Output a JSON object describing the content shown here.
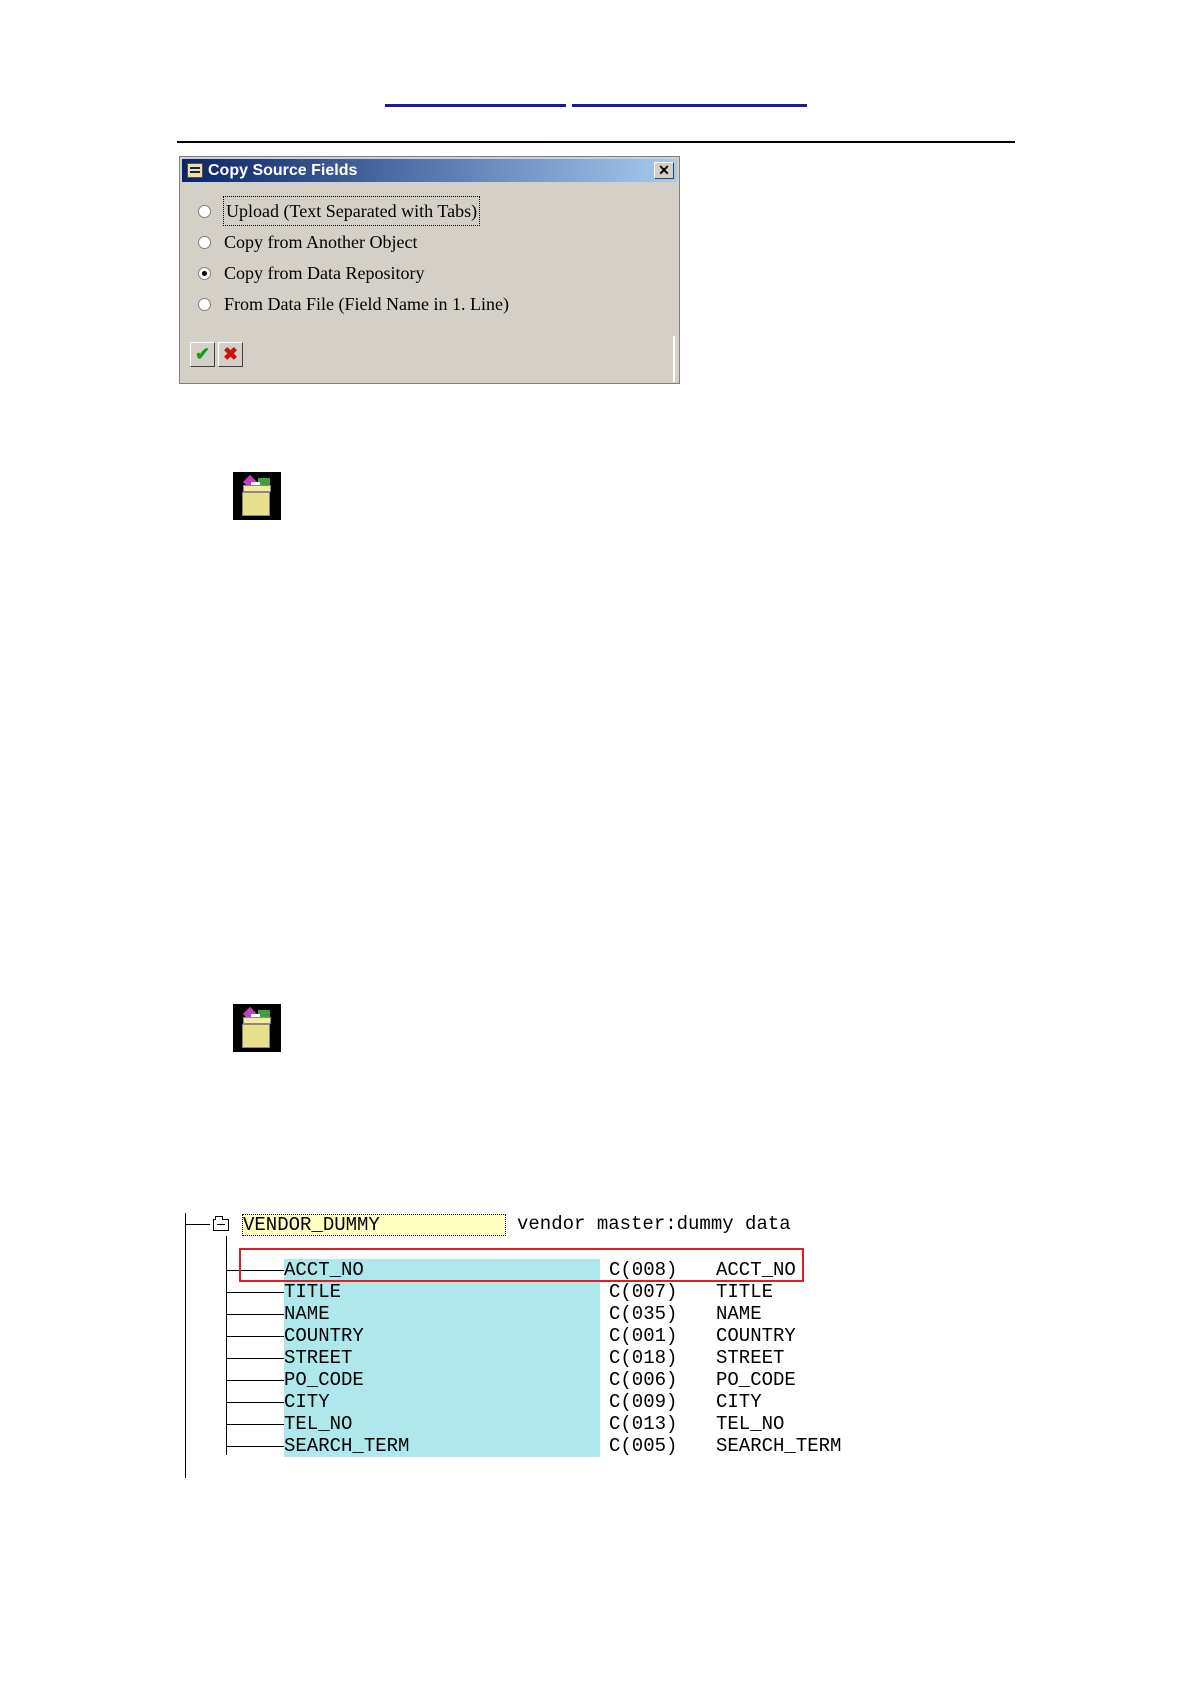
{
  "dialog": {
    "title": "Copy Source Fields",
    "close_glyph": "✕",
    "options": [
      {
        "label": "Upload (Text Separated with Tabs)",
        "checked": false,
        "focused": true
      },
      {
        "label": "Copy from Another Object",
        "checked": false,
        "focused": false
      },
      {
        "label": "Copy from Data Repository",
        "checked": true,
        "focused": false
      },
      {
        "label": "From Data File (Field Name in 1. Line)",
        "checked": false,
        "focused": false
      }
    ],
    "confirm_glyph": "✔",
    "cancel_glyph": "✖"
  },
  "icons": {
    "dialog_title": "folder-list-icon",
    "gift_1": "gift-box-icon",
    "gift_2": "gift-box-icon",
    "tree_folder": "folder-open-icon"
  },
  "tree": {
    "root": {
      "name": "VENDOR_DUMMY",
      "desc": "vendor master:dummy data"
    },
    "fields": [
      {
        "name": "ACCT_NO",
        "type": "C(008)",
        "desc": "ACCT_NO"
      },
      {
        "name": "TITLE",
        "type": "C(007)",
        "desc": "TITLE"
      },
      {
        "name": "NAME",
        "type": "C(035)",
        "desc": "NAME"
      },
      {
        "name": "COUNTRY",
        "type": "C(001)",
        "desc": "COUNTRY"
      },
      {
        "name": "STREET",
        "type": "C(018)",
        "desc": "STREET"
      },
      {
        "name": "PO_CODE",
        "type": "C(006)",
        "desc": "PO_CODE"
      },
      {
        "name": "CITY",
        "type": "C(009)",
        "desc": "CITY"
      },
      {
        "name": "TEL_NO",
        "type": "C(013)",
        "desc": "TEL_NO"
      },
      {
        "name": "SEARCH_TERM",
        "type": "C(005)",
        "desc": "SEARCH_TERM"
      }
    ]
  },
  "colors": {
    "field_highlight": "#aee8ec",
    "root_highlight": "#ffffc0",
    "selection_box": "#e02020",
    "titlebar": "#0a246a"
  }
}
